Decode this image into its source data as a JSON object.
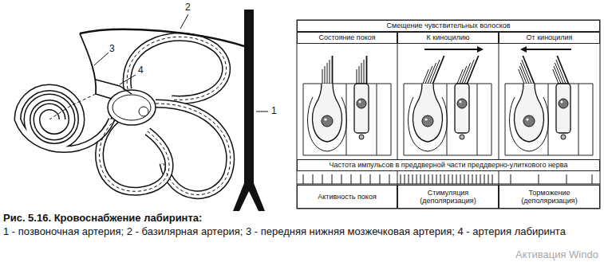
{
  "diagram": {
    "caption": "Рис. 5.16. Кровоснабжение лабиринта:",
    "nodes": [
      {
        "text": [
          "Смещение чувствительных волосков"
        ]
      },
      {
        "text": [
          "Состояние покоя"
        ]
      },
      {
        "text": [
          "К киноцилию"
        ]
      },
      {
        "text": [
          "От киноцилия"
        ]
      },
      {
        "text": [
          "Частота импульсов в преддверной части преддверно-улиткового нерва"
        ]
      },
      {
        "text": [
          "Активность покоя"
        ]
      },
      {
        "text": [
          "Стимуляция (деполяризация)"
        ]
      },
      {
        "text": [
          "Торможение (деполяризация)"
        ]
      }
    ],
    "labels": [
      "2",
      "3",
      "4",
      "1",
      "1 - позвоночная артерия; 2 - базилярная артерия; 3 - передняя нижняя мозжечковая артерия; 4 - артерия лабиринта",
      "Активация Windo"
    ]
  }
}
